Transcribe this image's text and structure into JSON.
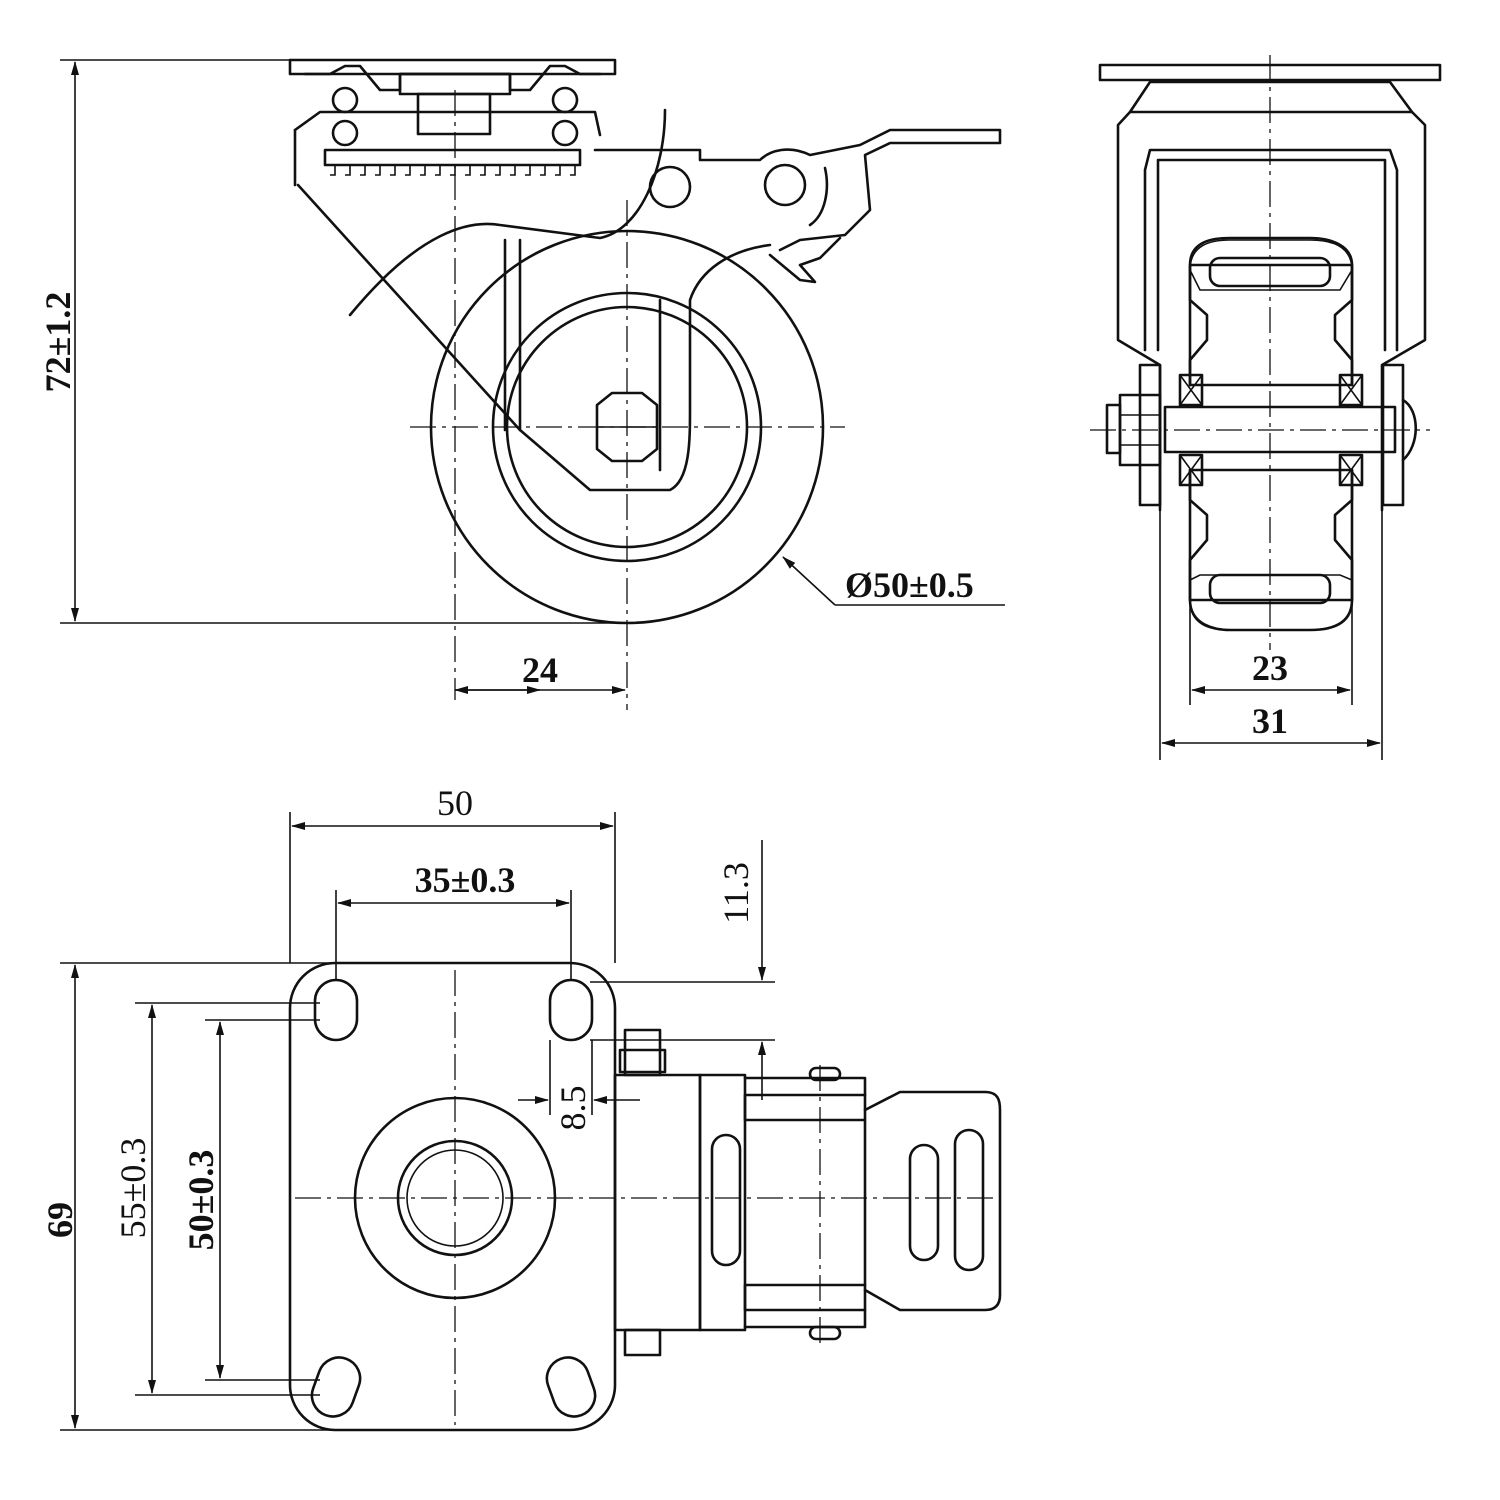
{
  "drawing": {
    "colors": {
      "line": "#111111",
      "background": "#ffffff"
    },
    "views": {
      "side": {
        "height_label": "72±1.2",
        "diameter_label": "Ø50±0.5",
        "offset_label": "24"
      },
      "front": {
        "tread_width_label": "23",
        "overall_width_label": "31"
      },
      "top": {
        "plate_width_label": "50",
        "hole_spacing_x_label": "35±0.3",
        "plate_height_label": "69",
        "hole_outer_spacing_label": "55±0.3",
        "hole_inner_spacing_label": "50±0.3",
        "slot_length_label": "11.3",
        "slot_width_label": "8.5"
      }
    }
  }
}
